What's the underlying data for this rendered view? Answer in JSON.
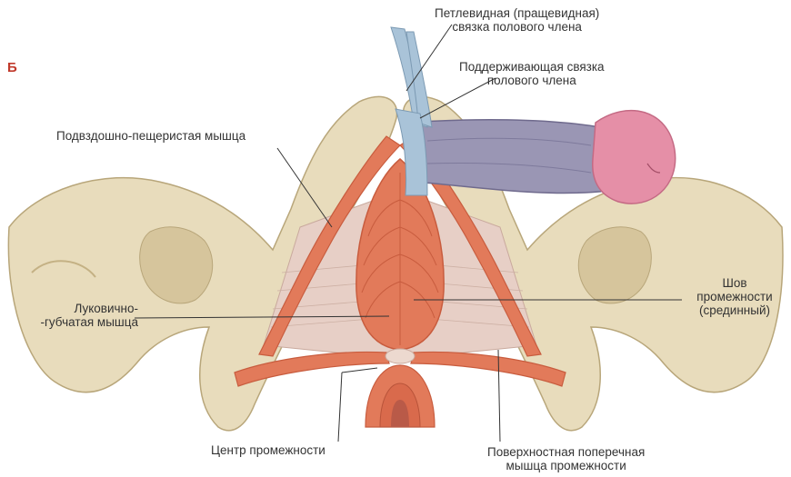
{
  "panel_letter": "Б",
  "colors": {
    "bone": "#e8dcbc",
    "bone_shadow": "#cdbd94",
    "muscle": "#e27a5a",
    "muscle_dark": "#c85c3e",
    "membrane": "#e7cfc6",
    "ligament": "#a9c3d8",
    "shaft": "#9a96b4",
    "glans": "#e58fa7",
    "leader_line": "#333333"
  },
  "labels": {
    "fundiform": [
      "Петлевидная (пращевидная)",
      "связка полового члена"
    ],
    "suspensory": [
      "Поддерживающая связка",
      "полового члена"
    ],
    "ischiocavernosus": [
      "Подвздошно-пещеристая мышца"
    ],
    "bulbospongiosus": [
      "Луковично-",
      "-губчатая мышца"
    ],
    "raphe": [
      "Шов",
      "промежности",
      "(срединный)"
    ],
    "perineal_center": [
      "Центр промежности"
    ],
    "transverse": [
      "Поверхностная поперечная",
      "мышца промежности"
    ]
  }
}
